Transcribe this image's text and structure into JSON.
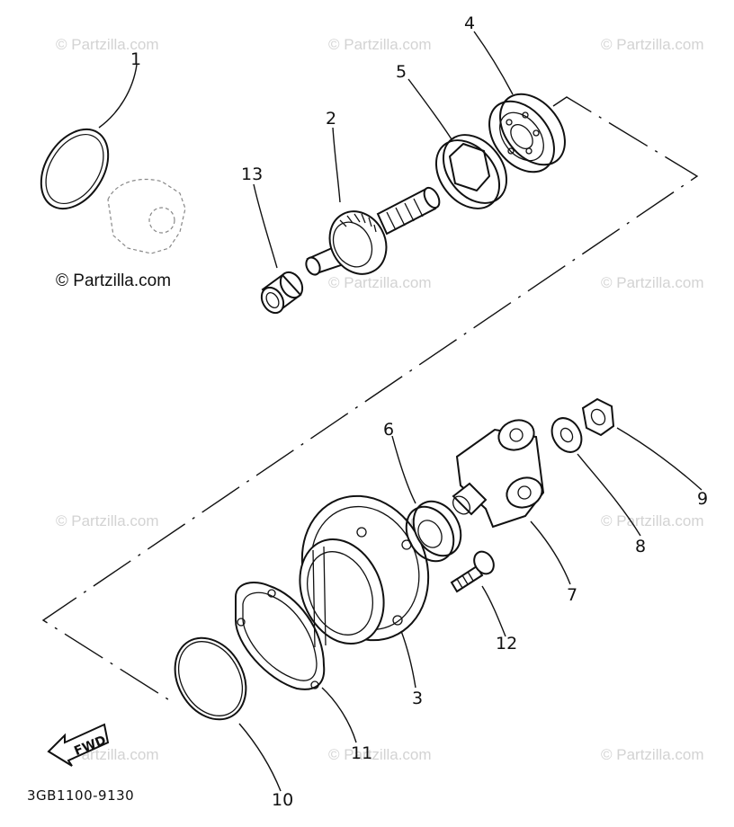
{
  "diagram": {
    "copyright": "© Partzilla.com",
    "watermark": "© Partzilla.com",
    "drawing_code": "3GB1100-9130",
    "fwd_label": "FWD",
    "callouts": {
      "c1": "1",
      "c2": "2",
      "c3": "3",
      "c4": "4",
      "c5": "5",
      "c6": "6",
      "c7": "7",
      "c8": "8",
      "c9": "9",
      "c10": "10",
      "c11": "11",
      "c12": "12",
      "c13": "13"
    }
  }
}
